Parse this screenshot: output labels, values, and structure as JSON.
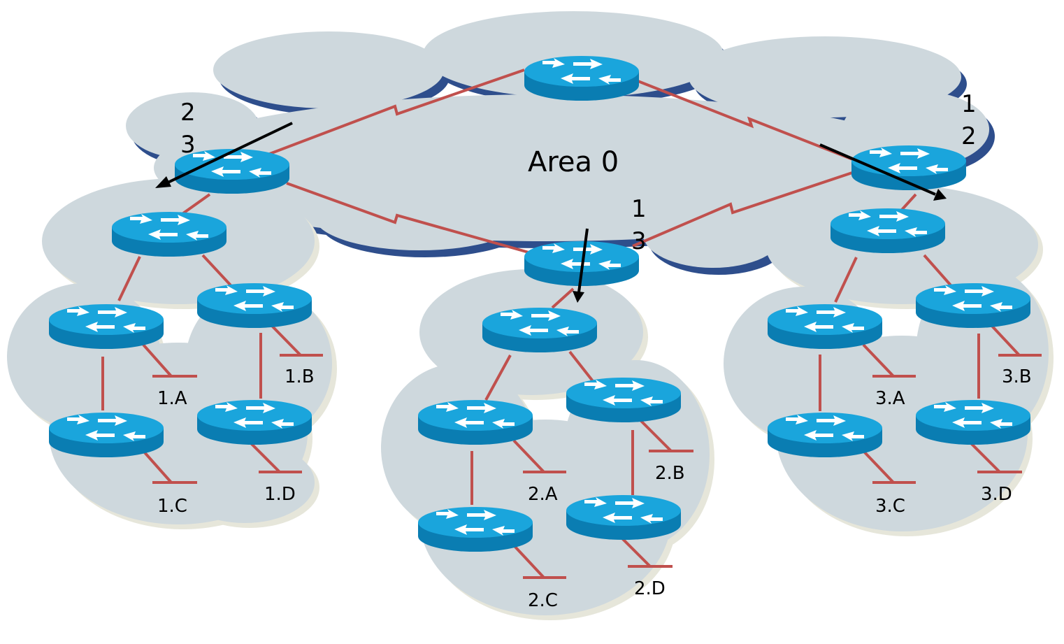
{
  "colors": {
    "cloud_fill": "#CED8DD",
    "cloud_shadow": "#2E4E8C",
    "cloud_shadow_light": "#E6E6DA",
    "link": "#C0504D",
    "router_top": "#1AA5DC",
    "router_side": "#0A7DB2",
    "arrow": "#000000"
  },
  "backbone": {
    "label": "Area 0"
  },
  "ranges": [
    {
      "line1": "2",
      "line2": "3"
    },
    {
      "line1": "1",
      "line2": "3"
    },
    {
      "line1": "1",
      "line2": "2"
    }
  ],
  "areas": [
    {
      "networks": [
        "1.A",
        "1.B",
        "1.C",
        "1.D"
      ]
    },
    {
      "networks": [
        "2.A",
        "2.B",
        "2.C",
        "2.D"
      ]
    },
    {
      "networks": [
        "3.A",
        "3.B",
        "3.C",
        "3.D"
      ]
    }
  ],
  "icons": {
    "router": "router-icon",
    "network": "network-segment-icon"
  }
}
